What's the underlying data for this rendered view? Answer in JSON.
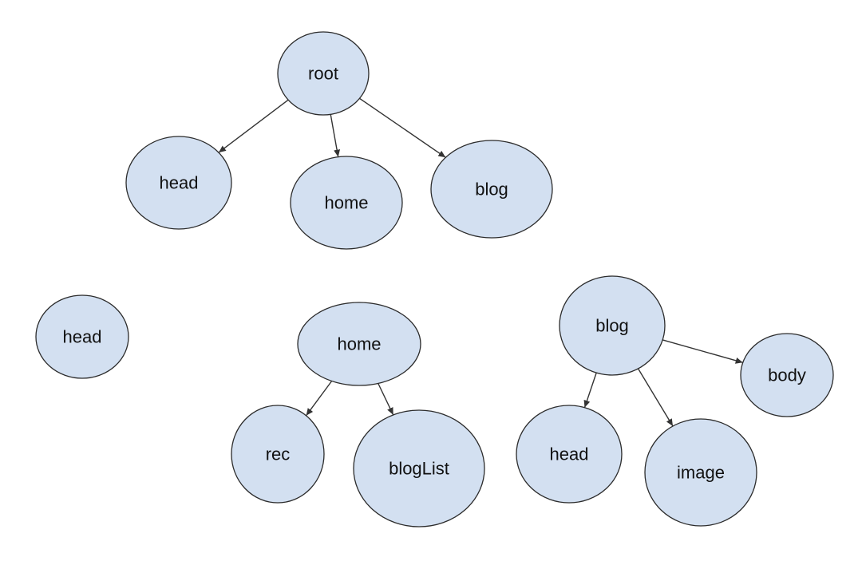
{
  "diagram": {
    "colors": {
      "node_fill": "#d3e0f1",
      "node_stroke": "#2b2b2b",
      "edge": "#333333",
      "background": "#ffffff"
    },
    "trees": [
      {
        "name": "root-tree",
        "nodes": [
          {
            "id": "root",
            "label": "root"
          },
          {
            "id": "t1-head",
            "label": "head"
          },
          {
            "id": "t1-home",
            "label": "home"
          },
          {
            "id": "t1-blog",
            "label": "blog"
          }
        ],
        "edges": [
          {
            "from": "root",
            "to": "t1-head"
          },
          {
            "from": "root",
            "to": "t1-home"
          },
          {
            "from": "root",
            "to": "t1-blog"
          }
        ]
      },
      {
        "name": "head-tree",
        "nodes": [
          {
            "id": "t2-head",
            "label": "head"
          }
        ],
        "edges": []
      },
      {
        "name": "home-tree",
        "nodes": [
          {
            "id": "t3-home",
            "label": "home"
          },
          {
            "id": "t3-rec",
            "label": "rec"
          },
          {
            "id": "t3-bloglist",
            "label": "blogList"
          }
        ],
        "edges": [
          {
            "from": "t3-home",
            "to": "t3-rec"
          },
          {
            "from": "t3-home",
            "to": "t3-bloglist"
          }
        ]
      },
      {
        "name": "blog-tree",
        "nodes": [
          {
            "id": "t4-blog",
            "label": "blog"
          },
          {
            "id": "t4-body",
            "label": "body"
          },
          {
            "id": "t4-head",
            "label": "head"
          },
          {
            "id": "t4-image",
            "label": "image"
          }
        ],
        "edges": [
          {
            "from": "t4-blog",
            "to": "t4-body"
          },
          {
            "from": "t4-blog",
            "to": "t4-head"
          },
          {
            "from": "t4-blog",
            "to": "t4-image"
          }
        ]
      }
    ]
  }
}
